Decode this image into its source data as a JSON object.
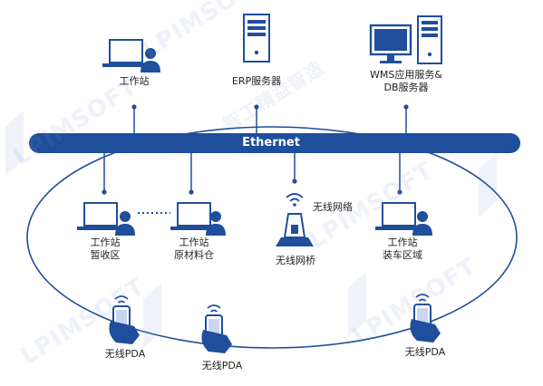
{
  "colors": {
    "primary": "#1f4e9c",
    "dark": "#173d7a",
    "light": "#c8d7ef"
  },
  "network": {
    "bus_label": "Ethernet"
  },
  "nodes": {
    "workstation_top": {
      "label": "工作站"
    },
    "erp_server": {
      "label": "ERP服务器"
    },
    "wms_db_server": {
      "line1": "WMS应用服务&",
      "line2": "DB服务器"
    },
    "ws_staging": {
      "line1": "工作站",
      "line2": "暂收区"
    },
    "ws_material": {
      "line1": "工作站",
      "line2": "原材料仓"
    },
    "wireless_network": {
      "label": "无线网络"
    },
    "wireless_bridge": {
      "label": "无线网桥"
    },
    "ws_loading": {
      "line1": "工作站",
      "line2": "装车区域"
    },
    "pda_left": {
      "label": "无线PDA"
    },
    "pda_mid": {
      "label": "无线PDA"
    },
    "pda_right": {
      "label": "无线PDA"
    }
  },
  "watermark": {
    "brand_cn": "智工精益智造",
    "brand_en": "LPIMSOFT"
  }
}
